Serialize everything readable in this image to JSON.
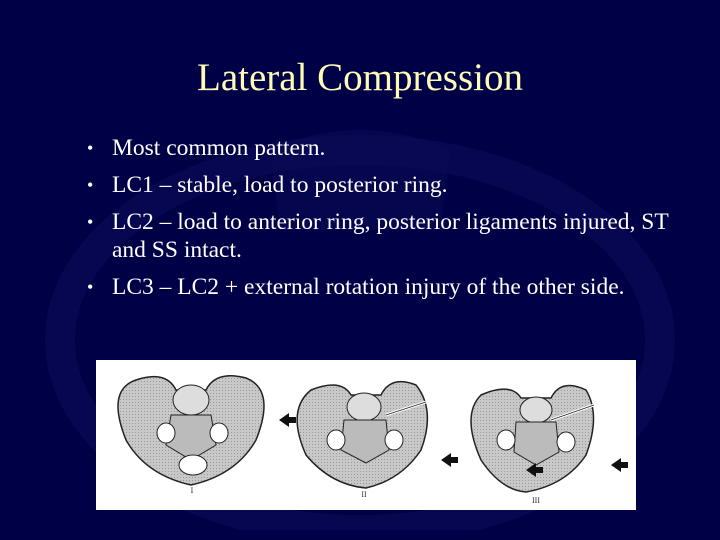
{
  "slide": {
    "title": "Lateral Compression",
    "bullets": [
      {
        "text": "Most common pattern."
      },
      {
        "text": "LC1 – stable, load to posterior ring."
      },
      {
        "text": "LC2 – load to anterior ring, posterior ligaments injured, ST and SS intact."
      },
      {
        "text": "LC3 – LC2 + external rotation injury of the other side."
      }
    ],
    "figure": {
      "description": "Pelvis diagrams of lateral compression injury types",
      "panels": [
        {
          "label": "I"
        },
        {
          "label": "II"
        },
        {
          "label": "III"
        }
      ]
    },
    "colors": {
      "background": "#000046",
      "title": "#fffbb4",
      "body_text": "#ffffff"
    }
  }
}
